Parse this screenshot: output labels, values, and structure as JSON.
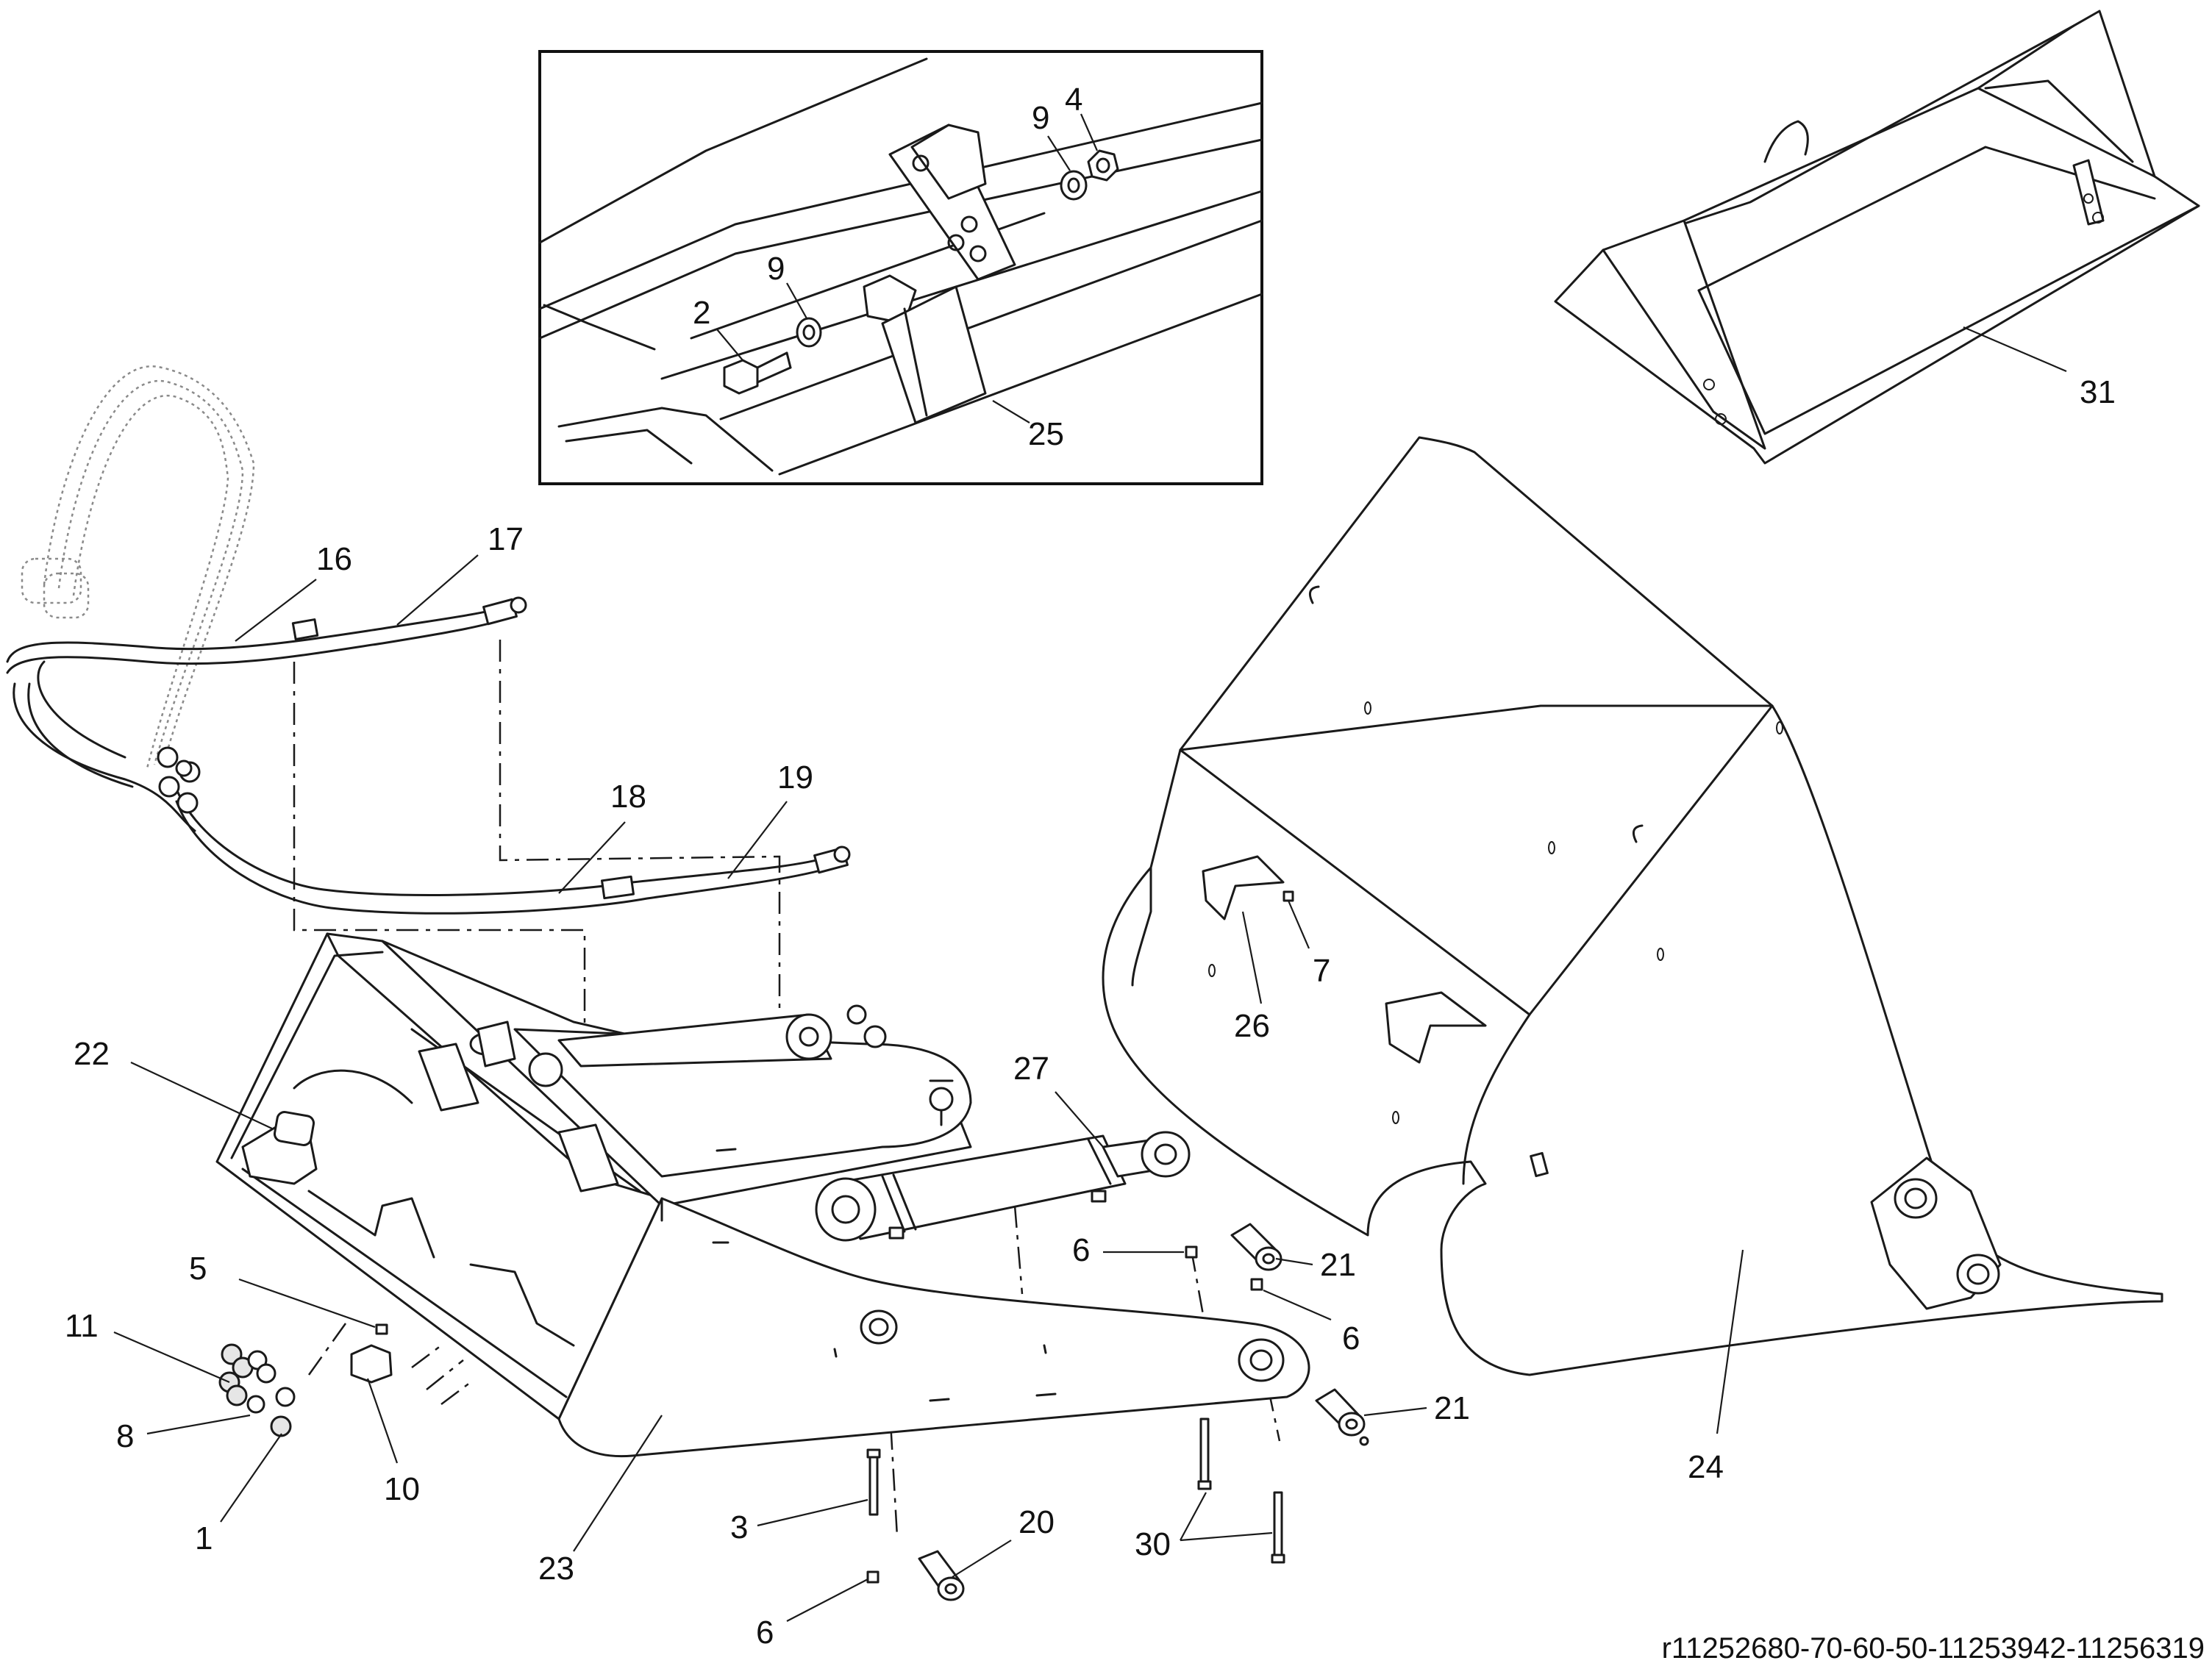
{
  "reference_code": "r11252680-70-60-50-11253942-11256319",
  "callouts": [
    {
      "id": "inset-label-2",
      "text": "2"
    },
    {
      "id": "inset-label-9a",
      "text": "9"
    },
    {
      "id": "inset-label-9b",
      "text": "9"
    },
    {
      "id": "inset-label-4",
      "text": "4"
    },
    {
      "id": "inset-label-25",
      "text": "25"
    },
    {
      "id": "label-31",
      "text": "31"
    },
    {
      "id": "label-16",
      "text": "16"
    },
    {
      "id": "label-17",
      "text": "17"
    },
    {
      "id": "label-18",
      "text": "18"
    },
    {
      "id": "label-19",
      "text": "19"
    },
    {
      "id": "label-22",
      "text": "22"
    },
    {
      "id": "label-27",
      "text": "27"
    },
    {
      "id": "label-26",
      "text": "26"
    },
    {
      "id": "label-7",
      "text": "7"
    },
    {
      "id": "label-24",
      "text": "24"
    },
    {
      "id": "label-5",
      "text": "5"
    },
    {
      "id": "label-11",
      "text": "11"
    },
    {
      "id": "label-8",
      "text": "8"
    },
    {
      "id": "label-1",
      "text": "1"
    },
    {
      "id": "label-10",
      "text": "10"
    },
    {
      "id": "label-23",
      "text": "23"
    },
    {
      "id": "label-3",
      "text": "3"
    },
    {
      "id": "label-20",
      "text": "20"
    },
    {
      "id": "label-6a",
      "text": "6"
    },
    {
      "id": "label-6b",
      "text": "6"
    },
    {
      "id": "label-6c",
      "text": "6"
    },
    {
      "id": "label-21a",
      "text": "21"
    },
    {
      "id": "label-21b",
      "text": "21"
    },
    {
      "id": "label-30",
      "text": "30"
    }
  ]
}
